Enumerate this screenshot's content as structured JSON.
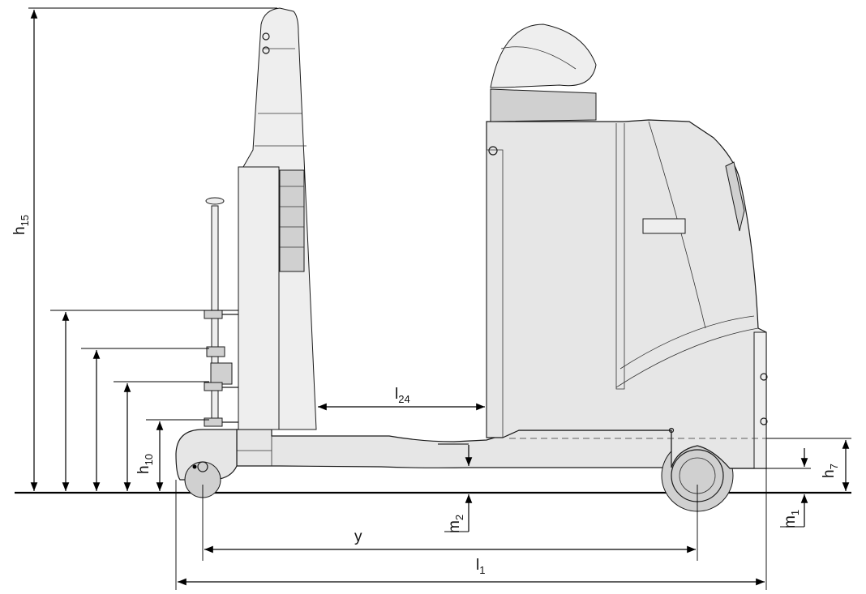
{
  "diagram": {
    "labels": {
      "h15": {
        "base": "h",
        "sub": "15"
      },
      "h10": {
        "base": "h",
        "sub": "10"
      },
      "h7": {
        "base": "h",
        "sub": "7"
      },
      "l24": {
        "base": "l",
        "sub": "24"
      },
      "m2": {
        "base": "m",
        "sub": "2"
      },
      "m1": {
        "base": "m",
        "sub": "1"
      },
      "y": {
        "base": "y",
        "sub": ""
      },
      "l1": {
        "base": "l",
        "sub": "1"
      }
    }
  }
}
